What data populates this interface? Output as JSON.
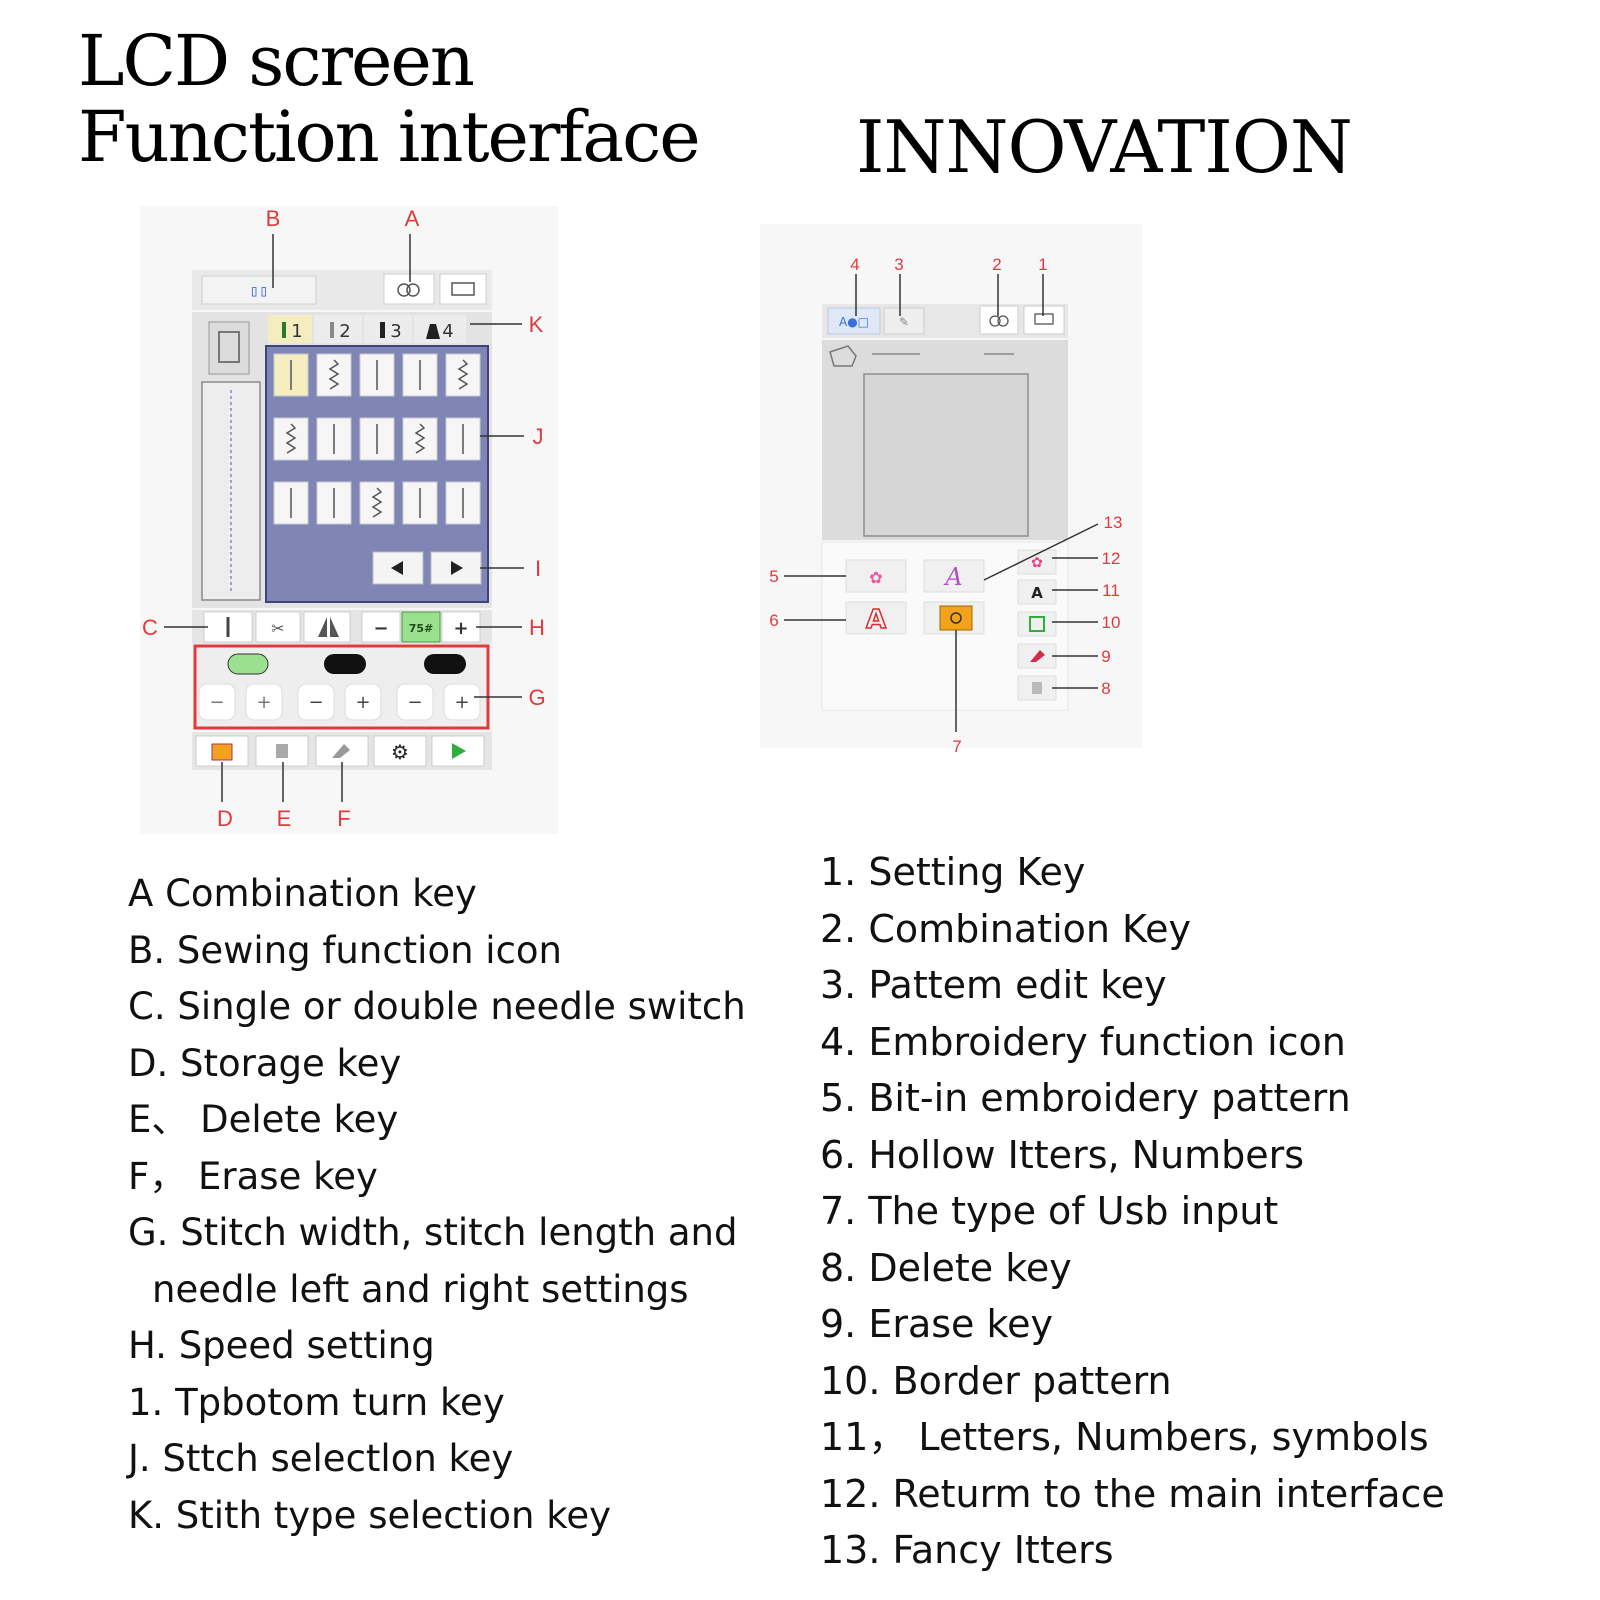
{
  "titles": {
    "lcd_line1": "LCD screen",
    "lcd_line2": "Function interface",
    "innovation": "INNOVATION"
  },
  "sewing_screen": {
    "callouts": [
      "A",
      "B",
      "C",
      "D",
      "E",
      "F",
      "G",
      "H",
      "I",
      "J",
      "K"
    ],
    "tabs": [
      "1",
      "2",
      "3",
      "4"
    ],
    "speed_value": "75#"
  },
  "embroidery_screen": {
    "callouts": [
      "1",
      "2",
      "3",
      "4",
      "5",
      "6",
      "7",
      "8",
      "9",
      "10",
      "11",
      "12",
      "13"
    ],
    "function_label": "A●□",
    "letter_key": "A"
  },
  "legend_left": [
    "A Combination key",
    "B. Sewing function icon",
    "C. Single or double needle switch",
    "D. Storage key",
    "E、 Delete key",
    "F， Erase key",
    "G. Stitch width, stitch length and",
    "needle left and right settings",
    "H. Speed setting",
    "1. Tpbotom turn key",
    "J. Sttch selectlon key",
    "K. Stith type selection key"
  ],
  "legend_right": [
    "1. Setting Key",
    "2. Combination Key",
    "3. Pattem edit key",
    "4. Embroidery function icon",
    "5. Bit-in embroidery pattern",
    "6. Hollow Itters, Numbers",
    "7. The type of Usb input",
    "8. Delete key",
    "9. Erase key",
    "10. Border pattern",
    "11， Letters, Numbers, symbols",
    "12. Returm to the main interface",
    "13. Fancy Itters"
  ],
  "colors": {
    "callout_red": "#e23a3a",
    "stitch_panel": "#7f86b6",
    "selected_tab": "#f3edbf",
    "speed_green": "#9be08f",
    "usb_orange": "#f2a31b",
    "flower_pink": "#e8428a"
  }
}
